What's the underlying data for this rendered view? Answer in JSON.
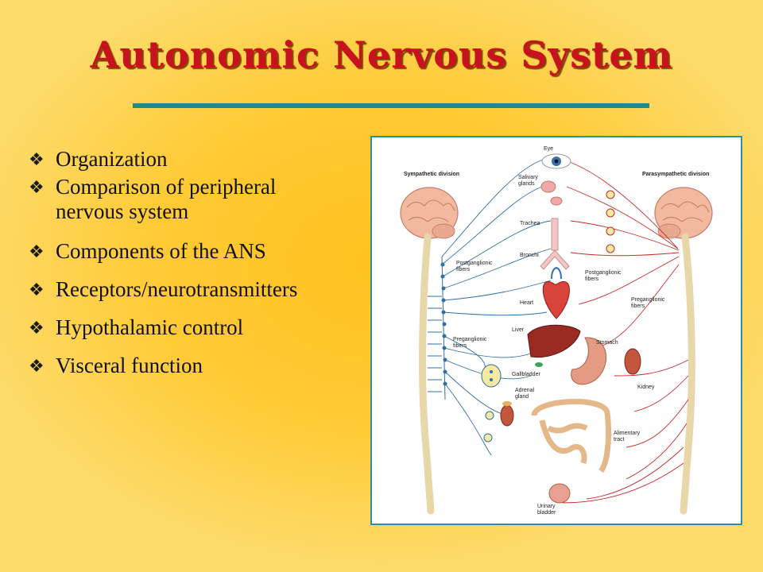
{
  "slide": {
    "title": "Autonomic Nervous System",
    "colors": {
      "title": "#c8121e",
      "rule": "#1f8a86",
      "background": "#ffc21f",
      "diagram_border": "#2a8fa0"
    },
    "bullets": [
      {
        "line1": "Organization",
        "line2": ""
      },
      {
        "line1": "Comparison  of peripheral",
        "line2": "nervous system"
      },
      {
        "line1": "Components  of the ANS",
        "line2": ""
      },
      {
        "line1": "Receptors/neurotransmitters",
        "line2": ""
      },
      {
        "line1": "Hypothalamic  control",
        "line2": ""
      },
      {
        "line1": "Visceral  function",
        "line2": ""
      }
    ]
  },
  "diagram": {
    "left_header": "Sympathetic division",
    "right_header": "Parasympathetic division",
    "labels": {
      "eye": "Eye",
      "salivary": [
        "Salivary",
        "glands"
      ],
      "trachea": "Trachea",
      "bronchi": "Bronchi",
      "postgang_left": [
        "Postganglionic",
        "fibers"
      ],
      "heart": "Heart",
      "pregang_left": [
        "Preganglionic",
        "fibers"
      ],
      "liver": "Liver",
      "gallbladder": "Gallbladder",
      "adrenal": [
        "Adrenal",
        "gland"
      ],
      "postgang_right": [
        "Postganglionic",
        "fibers"
      ],
      "pregang_right": [
        "Preganglionic",
        "fibers"
      ],
      "stomach": "Stomach",
      "kidney": "Kidney",
      "alimentary": [
        "Alimentary",
        "tract"
      ],
      "bladder": [
        "Urinary",
        "bladder"
      ]
    }
  }
}
